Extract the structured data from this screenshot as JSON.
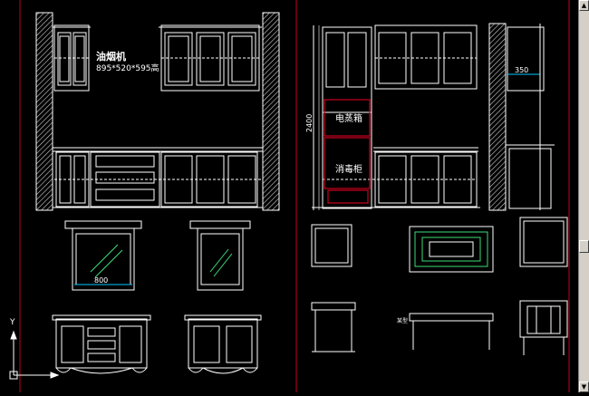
{
  "drawing": {
    "labels": {
      "hood_name": "油烟机",
      "hood_dims": "895*520*595高",
      "steamer": "电蒸箱",
      "sterilizer": "消毒柜",
      "dim_800": "800",
      "dim_350": "350",
      "dim_2400": "2400",
      "axis_y": "Y",
      "small_tag": "某型"
    },
    "colors": {
      "background": "#000000",
      "lines": "#ffffff",
      "border_red": "#c8001e",
      "dim_cyan": "#00c8ff",
      "green": "#3cdc78",
      "scrollbar": "#d4d0c8"
    }
  },
  "ui": {
    "scrollbar": {
      "up_icon": "▲",
      "down_icon": "▼"
    }
  }
}
